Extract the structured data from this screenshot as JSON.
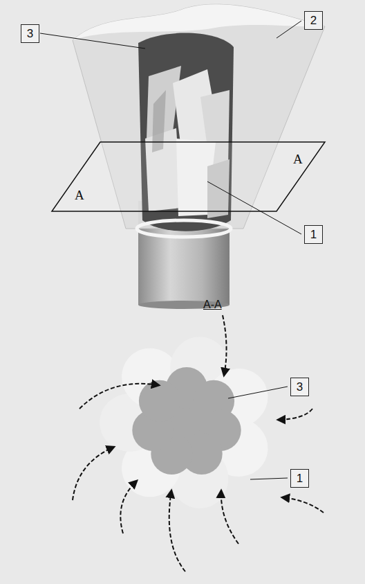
{
  "diagram": {
    "nodes": [
      {
        "text": [
          "3"
        ]
      },
      {
        "text": [
          "2"
        ]
      },
      {
        "text": [
          "1"
        ]
      },
      {
        "text": [
          "3"
        ]
      },
      {
        "text": [
          "1"
        ]
      }
    ],
    "labels": [
      "A",
      "A",
      "A-A"
    ]
  }
}
